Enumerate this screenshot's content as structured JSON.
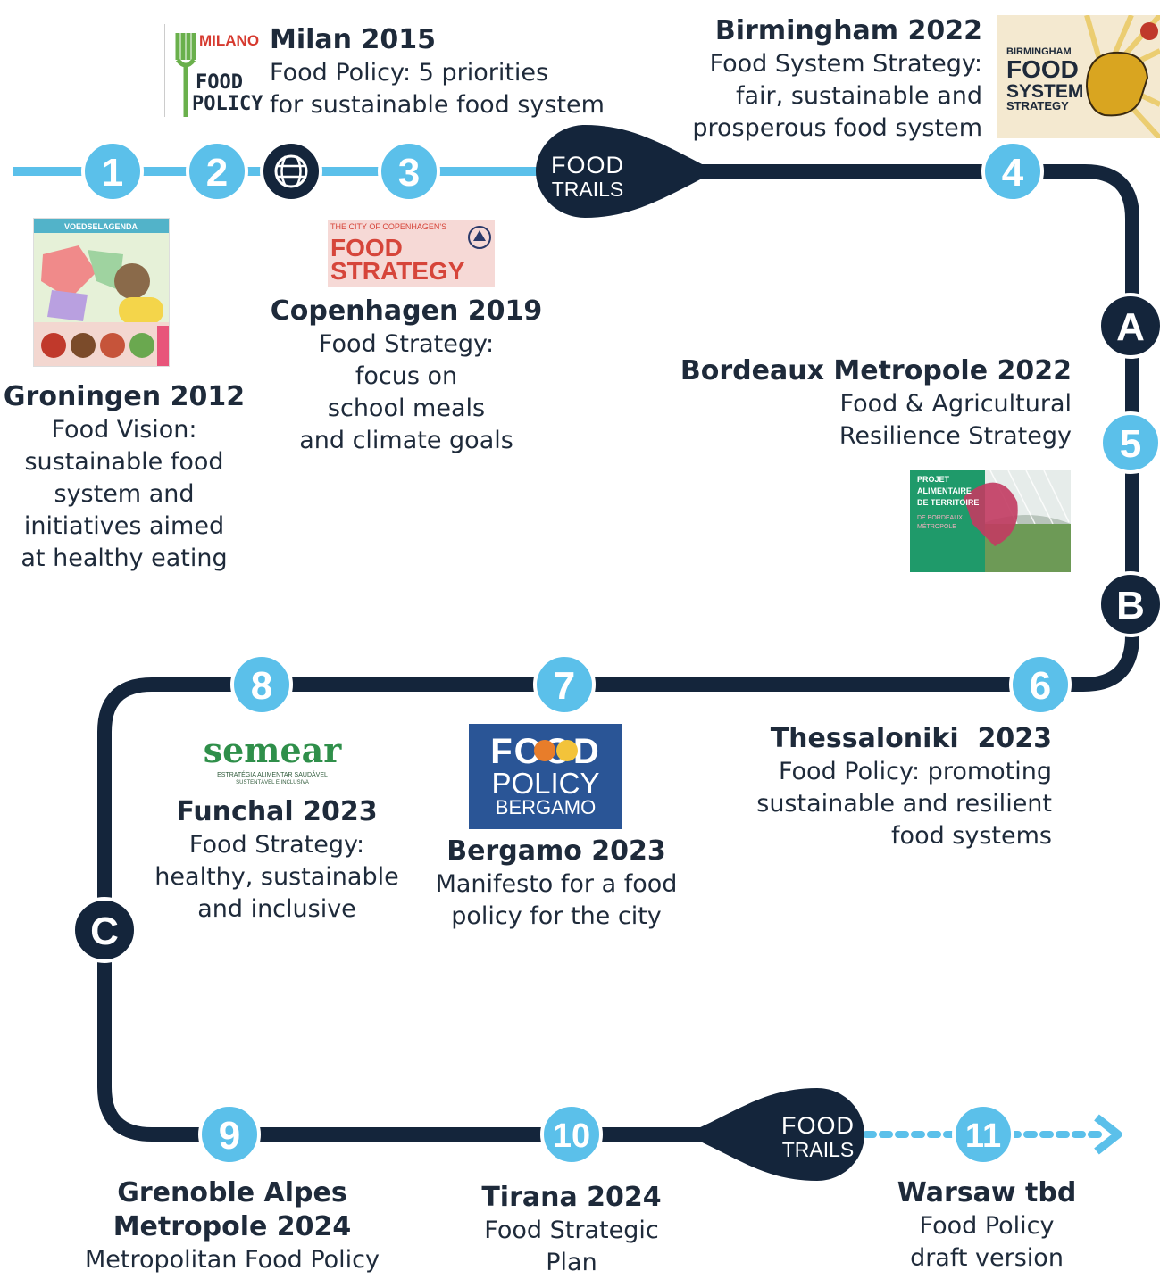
{
  "colors": {
    "line_light": "#5bc0ea",
    "line_dark": "#14253b",
    "stop_fill": "#5bc0ea",
    "text": "#1e2a3a"
  },
  "brand": {
    "line1": "FOOD",
    "line2": "TRAILS"
  },
  "stops": [
    "1",
    "2",
    "3",
    "4",
    "5",
    "6",
    "7",
    "8",
    "9",
    "10",
    "11"
  ],
  "checkpoints": [
    "A",
    "B",
    "C"
  ],
  "globe_icon": "globe-icon",
  "entries": {
    "milan": {
      "title": "Milan 2015",
      "lines": [
        "Food Policy: 5 priorities",
        "for sustainable food system"
      ]
    },
    "birmingham": {
      "title": "Birmingham 2022",
      "lines": [
        "Food System Strategy:",
        "fair, sustainable and",
        "prosperous food system"
      ]
    },
    "groningen": {
      "title": "Groningen 2012",
      "lines": [
        "Food Vision:",
        "sustainable food",
        "system and",
        "initiatives aimed",
        "at healthy eating"
      ]
    },
    "copenhagen": {
      "title": "Copenhagen 2019",
      "lines": [
        "Food Strategy:",
        "focus on",
        "school meals",
        "and climate goals"
      ]
    },
    "bordeaux": {
      "title": "Bordeaux Metropole 2022",
      "lines": [
        "Food & Agricultural",
        "Resilience Strategy"
      ]
    },
    "thessaloniki": {
      "title": "Thessaloniki  2023",
      "lines": [
        "Food Policy: promoting",
        "sustainable and resilient",
        "food systems"
      ]
    },
    "funchal": {
      "title": "Funchal 2023",
      "lines": [
        "Food Strategy:",
        "healthy, sustainable",
        "and inclusive"
      ]
    },
    "bergamo": {
      "title": "Bergamo 2023",
      "lines": [
        "Manifesto for a food",
        "policy for the city"
      ]
    },
    "grenoble": {
      "title_lines": [
        "Grenoble Alpes",
        "Metropole 2024"
      ],
      "lines": [
        "Metropolitan Food Policy"
      ]
    },
    "tirana": {
      "title": "Tirana 2024",
      "lines": [
        "Food Strategic",
        "Plan"
      ]
    },
    "warsaw": {
      "title": "Warsaw tbd",
      "lines": [
        "Food Policy",
        "draft version"
      ]
    }
  },
  "logos": {
    "milan": {
      "l1": "MILANO",
      "l2": "FOOD",
      "l3": "POLICY"
    },
    "birmingham": {
      "l1": "BIRMINGHAM",
      "l2": "FOOD",
      "l3": "SYSTEM",
      "l4": "STRATEGY"
    },
    "groningen": {
      "l1": "VOEDSELAGENDA"
    },
    "copenhagen": {
      "l1": "THE CITY OF COPENHAGEN'S",
      "l2": "FOOD",
      "l3": "STRATEGY"
    },
    "bordeaux": {
      "l1": "PROJET",
      "l2": "ALIMENTAIRE",
      "l3": "DE TERRITOIRE",
      "l4": "DE BORDEAUX",
      "l5": "MÉTROPOLE"
    },
    "semear": {
      "l1": "semear",
      "l2": "ESTRATÉGIA ALIMENTAR SAUDÁVEL",
      "l3": "SUSTENTÁVEL E INCLUSIVA"
    },
    "bergamo": {
      "l1": "FOOD",
      "l2": "POLICY",
      "l3": "BERGAMO"
    }
  }
}
